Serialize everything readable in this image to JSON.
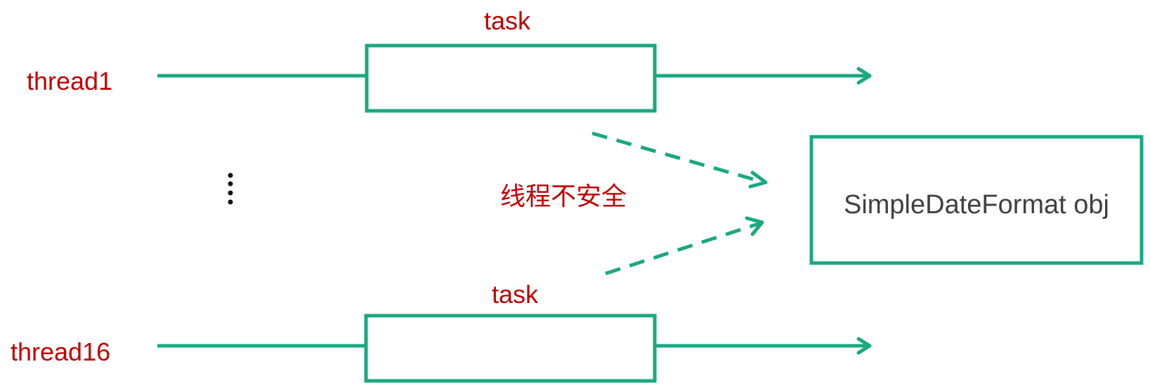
{
  "threads": [
    {
      "label": "thread1",
      "task_label": "task"
    },
    {
      "label": "thread16",
      "task_label": "task"
    }
  ],
  "warning": "线程不安全",
  "shared_object": {
    "label": "SimpleDateFormat obj"
  },
  "colors": {
    "line": "#1aa882",
    "label": "#c00000",
    "object_text": "#404040",
    "ellipsis": "#111111"
  }
}
